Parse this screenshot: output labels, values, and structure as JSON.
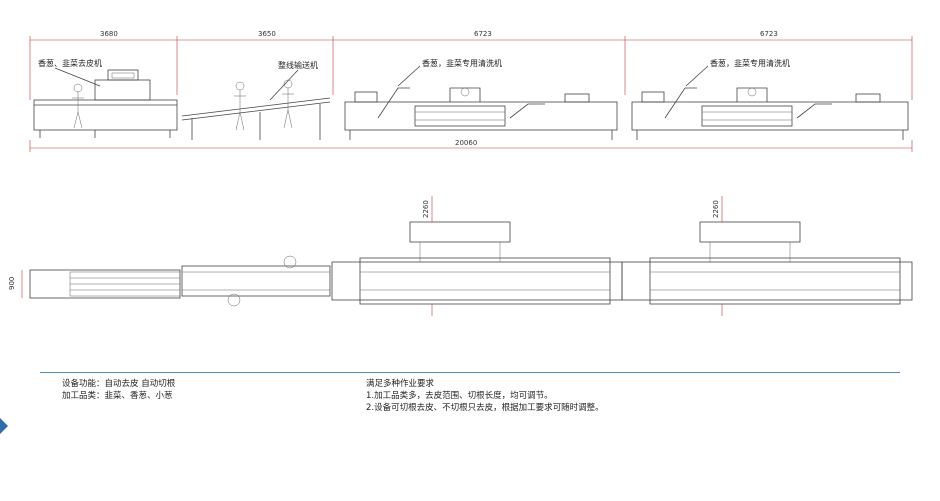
{
  "side_view": {
    "overall_dimension": "20060",
    "segment_dimensions": [
      "3680",
      "3650",
      "6723",
      "6723"
    ],
    "labels": {
      "peeler": "香葱、韭菜去皮机",
      "conveyor": "整线输送机",
      "washer_1": "香葱，韭菜专用清洗机",
      "washer_2": "香葱，韭菜专用清洗机"
    }
  },
  "plan_view": {
    "width_dimension": "900",
    "washer_height_dimensions": [
      "2260",
      "2260"
    ]
  },
  "notes": {
    "left": [
      "设备功能：自动去皮 自动切根",
      "加工品类：韭菜、香葱、小葱"
    ],
    "right": [
      "满足多种作业要求",
      "1.加工品类多，去皮范围、切根长度，均可调节。",
      "2.设备可切根去皮、不切根只去皮，根据加工要求可随时调整。"
    ]
  },
  "colors": {
    "line": "#444444",
    "dimension": "#c23a3a",
    "rule": "#4a8fc0"
  }
}
